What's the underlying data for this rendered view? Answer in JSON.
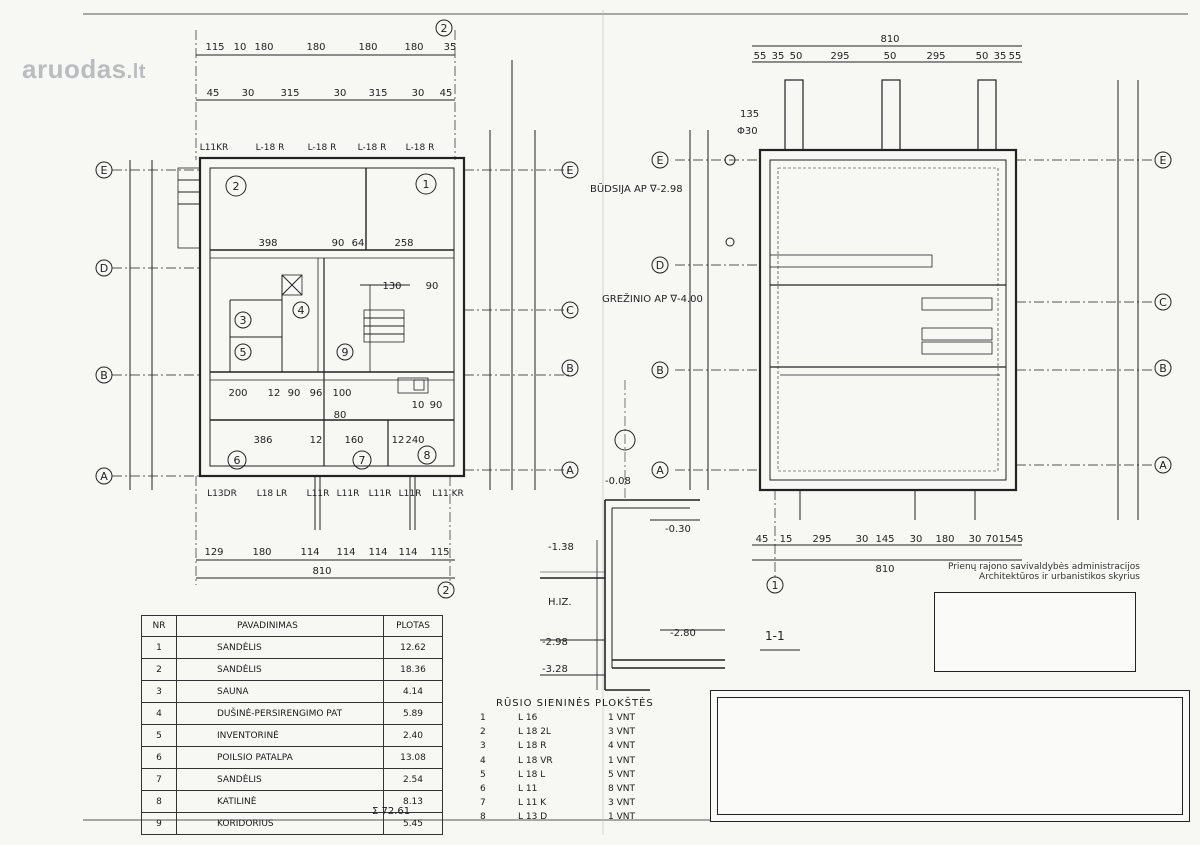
{
  "watermark": {
    "brand": "aruodas",
    "tld": ".lt"
  },
  "plan": {
    "axes": {
      "letters": [
        "E",
        "D",
        "C",
        "B",
        "A"
      ],
      "numbers": [
        "1",
        "2"
      ]
    },
    "section_label": "1-1",
    "annotations": {
      "budsija": "BŪDSIJA AP ∇-2.98",
      "grezinio": "GREŽINIO AP ∇-4.00",
      "elev1": "-1.38",
      "elev2": "-0.08",
      "elev3": "-0.30",
      "elev4": "-2.98",
      "elev5": "-3.28",
      "elev6": "-2.80",
      "hiz": "H.IZ.",
      "d30": "Φ30",
      "d135": "135"
    },
    "top_dims_row1": [
      "115",
      "10",
      "180",
      "180",
      "180",
      "180",
      "35"
    ],
    "top_dims_row2": [
      "45",
      "30",
      "315",
      "30",
      "315",
      "30",
      "45"
    ],
    "bottom_dims_row1": [
      "129",
      "180",
      "114",
      "114",
      "114",
      "114",
      "115"
    ],
    "bottom_total": "810",
    "right_top_total": "810",
    "right_top_dims": [
      "55",
      "35",
      "50",
      "295",
      "50",
      "295",
      "50",
      "35",
      "55"
    ],
    "right_bottom_dims": [
      "45",
      "15",
      "295",
      "30",
      "145",
      "30",
      "180",
      "30",
      "70",
      "15",
      "45"
    ],
    "wall_labels_top": [
      "L11KR",
      "L-18 R",
      "L-18 R",
      "L-18 R",
      "L-18 R"
    ],
    "wall_labels_bottom": [
      "L13DR",
      "L18 LR",
      "L11R",
      "L11R",
      "L11R",
      "L11R",
      "L11 KR"
    ],
    "room_dims": [
      "398",
      "90",
      "64",
      "258",
      "130",
      "90",
      "200",
      "12",
      "90",
      "96",
      "100",
      "386",
      "12",
      "160",
      "12",
      "240",
      "80",
      "10",
      "90"
    ]
  },
  "rooms_table": {
    "headers": {
      "nr": "NR",
      "name": "PAVADINIMAS",
      "area": "PLOTAS"
    },
    "rows": [
      {
        "nr": "1",
        "name": "SANDĖLIS",
        "area": "12.62"
      },
      {
        "nr": "2",
        "name": "SANDĖLIS",
        "area": "18.36"
      },
      {
        "nr": "3",
        "name": "SAUNA",
        "area": "4.14"
      },
      {
        "nr": "4",
        "name": "DUŠINĖ-PERSIRENGIMO PAT",
        "area": "5.89"
      },
      {
        "nr": "5",
        "name": "INVENTORINĖ",
        "area": "2.40"
      },
      {
        "nr": "6",
        "name": "POILSIO PATALPA",
        "area": "13.08"
      },
      {
        "nr": "7",
        "name": "SANDĖLIS",
        "area": "2.54"
      },
      {
        "nr": "8",
        "name": "KATILINĖ",
        "area": "8.13"
      },
      {
        "nr": "9",
        "name": "KORIDORIUS",
        "area": "5.45"
      }
    ],
    "total": "Σ 72.61"
  },
  "panels": {
    "title": "RŪSIO SIENINĖS PLOKŠTĖS",
    "items": [
      {
        "n": "1",
        "type": "L 16",
        "qty": "1 VNT"
      },
      {
        "n": "2",
        "type": "L 18 2L",
        "qty": "3 VNT"
      },
      {
        "n": "3",
        "type": "L 18 R",
        "qty": "4 VNT"
      },
      {
        "n": "4",
        "type": "L 18 VR",
        "qty": "1 VNT"
      },
      {
        "n": "5",
        "type": "L 18 L",
        "qty": "5 VNT"
      },
      {
        "n": "6",
        "type": "L 11",
        "qty": "8 VNT"
      },
      {
        "n": "7",
        "type": "L 11 K",
        "qty": "3 VNT"
      },
      {
        "n": "8",
        "type": "L 13 D",
        "qty": "1 VNT"
      }
    ]
  },
  "stamp": {
    "line1": "Prienų rajono savivaldybės administracijos",
    "line2": "Architektūros ir urbanistikos skyrius"
  }
}
